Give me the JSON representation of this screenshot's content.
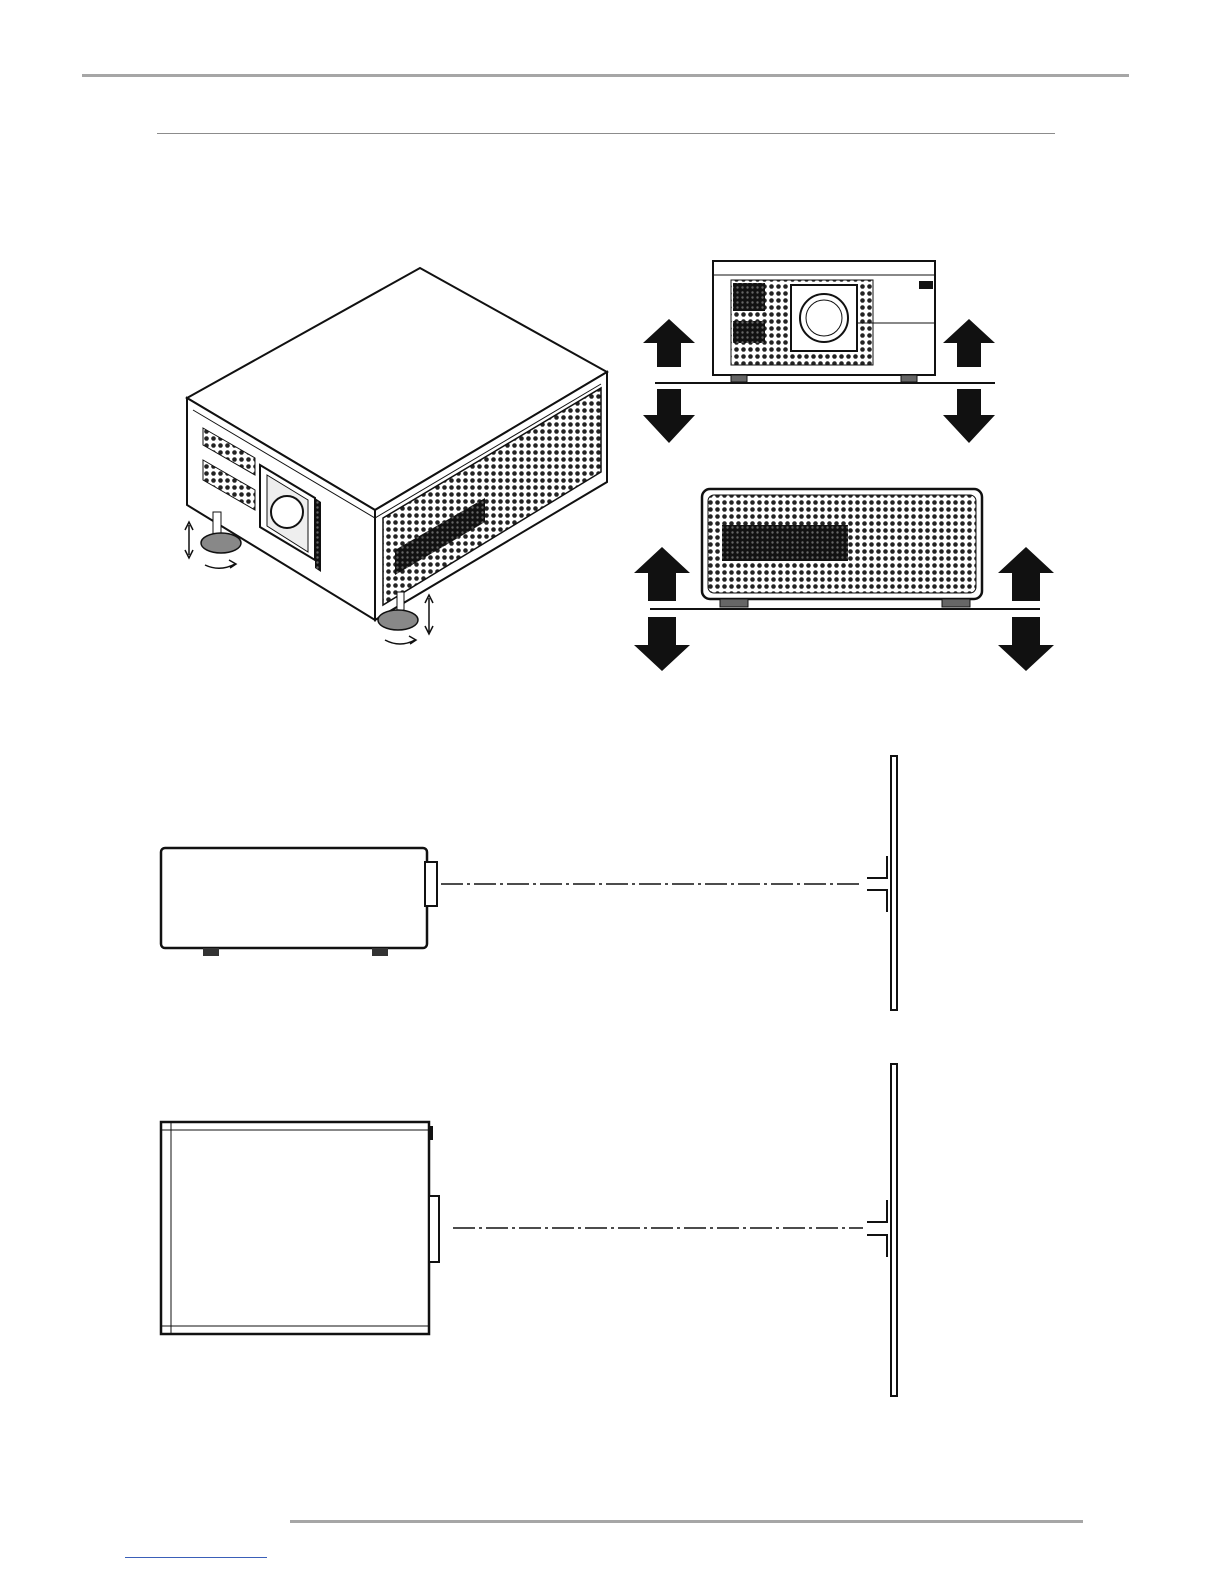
{
  "page": {
    "colors": {
      "ink": "#111111",
      "rule_top": "#a6a6a6",
      "rule_section": "#8c8c8c",
      "rule_bottom": "#a6a6a6",
      "link_underline": "#3a5fb8",
      "mesh": "#2a2a2a"
    }
  },
  "figures": [
    {
      "name": "projector-isometric-with-adjustable-feet"
    },
    {
      "name": "projector-front-view-tilt-arrows"
    },
    {
      "name": "projector-side-view-tilt-arrows"
    },
    {
      "name": "side-view-projection-axis-to-screen"
    },
    {
      "name": "top-view-projection-axis-to-screen"
    }
  ]
}
